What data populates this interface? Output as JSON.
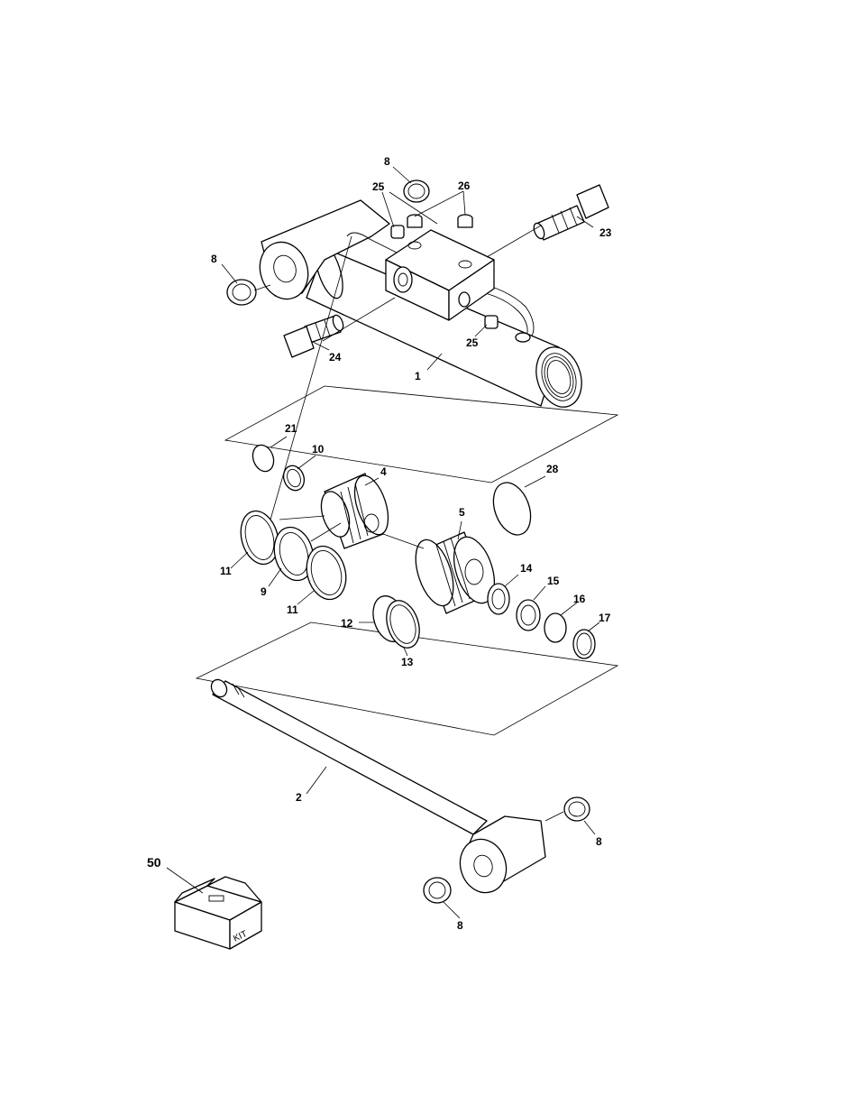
{
  "callouts": {
    "c1": "1",
    "c2": "2",
    "c4": "4",
    "c5": "5",
    "c8a": "8",
    "c8b": "8",
    "c8c": "8",
    "c8d": "8",
    "c9": "9",
    "c10": "10",
    "c11a": "11",
    "c11b": "11",
    "c12": "12",
    "c13": "13",
    "c14": "14",
    "c15": "15",
    "c16": "16",
    "c17": "17",
    "c21": "21",
    "c23": "23",
    "c24": "24",
    "c25a": "25",
    "c25b": "25",
    "c26": "26",
    "c28": "28",
    "c50": "50"
  },
  "kit_box": {
    "label": "KIT"
  },
  "colors": {
    "ink": "#000000",
    "paper": "#ffffff"
  }
}
